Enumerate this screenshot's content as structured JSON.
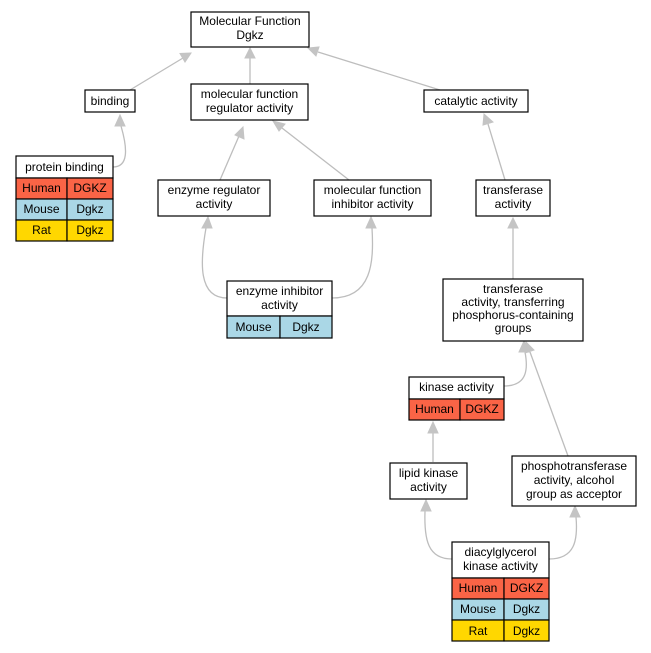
{
  "nodes": {
    "root": {
      "lines": [
        "Molecular Function",
        "Dgkz"
      ]
    },
    "binding": {
      "lines": [
        "binding"
      ]
    },
    "mfreg": {
      "lines": [
        "molecular function",
        "regulator activity"
      ]
    },
    "catalytic": {
      "lines": [
        "catalytic activity"
      ]
    },
    "protbind": {
      "lines": [
        "protein binding"
      ],
      "rows": [
        [
          "Human",
          "DGKZ"
        ],
        [
          "Mouse",
          "Dgkz"
        ],
        [
          "Rat",
          "Dgkz"
        ]
      ]
    },
    "enzreg": {
      "lines": [
        "enzyme regulator",
        "activity"
      ]
    },
    "mfinh": {
      "lines": [
        "molecular function",
        "inhibitor activity"
      ]
    },
    "transferase": {
      "lines": [
        "transferase",
        "activity"
      ]
    },
    "enzinh": {
      "lines": [
        "enzyme inhibitor",
        "activity"
      ],
      "rows": [
        [
          "Mouse",
          "Dgkz"
        ]
      ]
    },
    "transphos": {
      "lines": [
        "transferase",
        "activity, transferring",
        "phosphorus-containing",
        "groups"
      ]
    },
    "kinase": {
      "lines": [
        "kinase activity"
      ],
      "rows": [
        [
          "Human",
          "DGKZ"
        ]
      ]
    },
    "lipidkin": {
      "lines": [
        "lipid kinase",
        "activity"
      ]
    },
    "phosphotrans": {
      "lines": [
        "phosphotransferase",
        "activity, alcohol",
        "group as acceptor"
      ]
    },
    "dgk": {
      "lines": [
        "diacylglycerol",
        "kinase activity"
      ],
      "rows": [
        [
          "Human",
          "DGKZ"
        ],
        [
          "Mouse",
          "Dgkz"
        ],
        [
          "Rat",
          "Dgkz"
        ]
      ]
    }
  },
  "species_colors": {
    "Human": "#fa6446",
    "Mouse": "#aad7e6",
    "Rat": "#ffd700"
  },
  "edge_color": "#bdbdbd"
}
